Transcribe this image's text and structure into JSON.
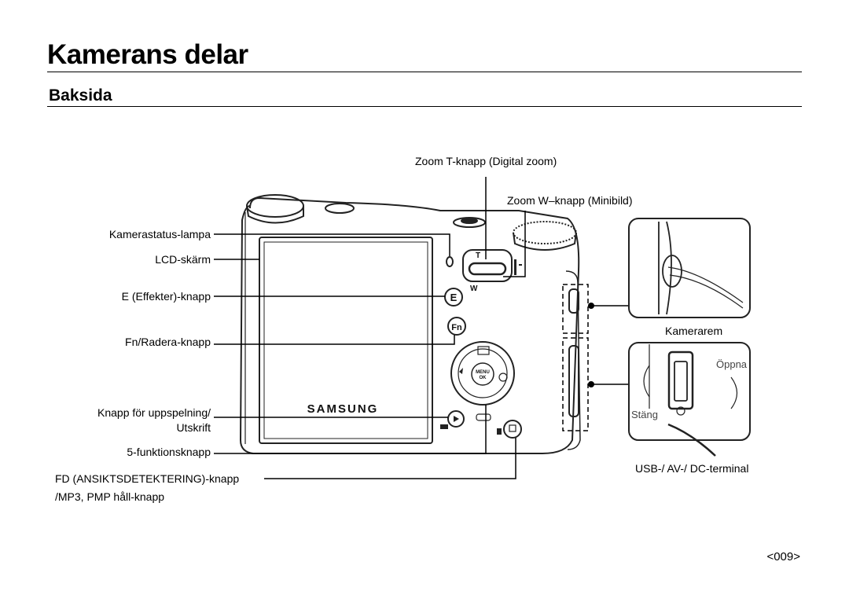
{
  "header": {
    "title": "Kamerans delar",
    "subtitle": "Baksida"
  },
  "labels": {
    "zoom_t": "Zoom T-knapp (Digital zoom)",
    "zoom_w": "Zoom W–knapp (Minibild)",
    "status_lamp": "Kamerastatus-lampa",
    "lcd": "LCD-skärm",
    "effect": "E (Effekter)-knapp",
    "fn": "Fn/Radera-knapp",
    "playback_1": "Knapp för uppspelning/",
    "playback_2": "Utskrift",
    "five_func": "5-funktionsknapp",
    "fd_1": "FD (ANSIKTSDETEKTERING)-knapp",
    "fd_2": "/MP3, PMP håll-knapp",
    "strap": "Kamerarem",
    "open": "Öppna",
    "close": "Stäng",
    "terminal": "USB-/ AV-/ DC-terminal"
  },
  "camera": {
    "brand": "SAMSUNG",
    "key_t": "T",
    "key_w": "W",
    "key_e": "E",
    "key_fn": "Fn",
    "menu_1": "MENU",
    "menu_2": "OK"
  },
  "footer": {
    "page": "<009>"
  },
  "colors": {
    "leader_line": "#000000",
    "camera_outline": "#222222"
  }
}
